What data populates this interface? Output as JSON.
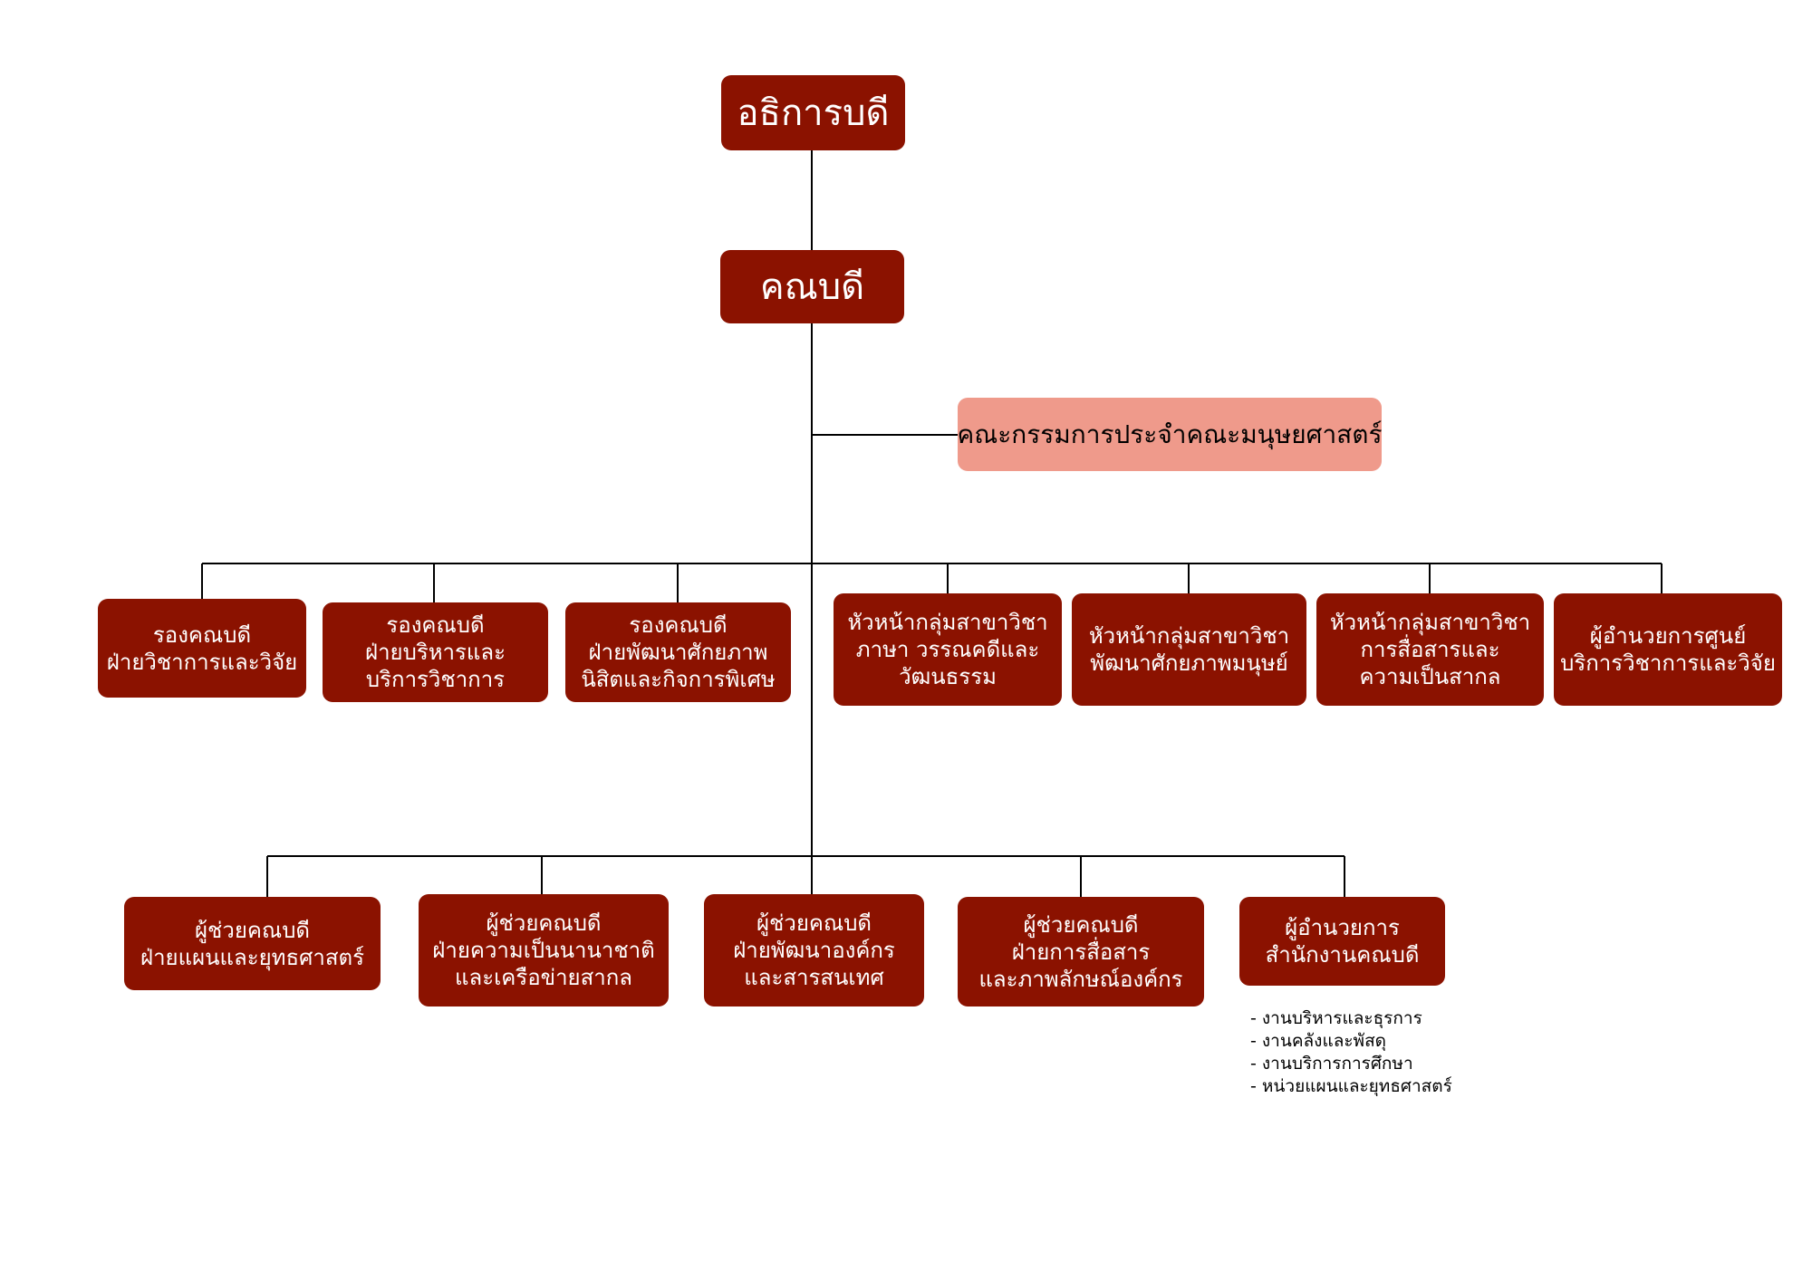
{
  "colors": {
    "box_fill": "#8b1200",
    "box_text": "#ffffff",
    "committee_fill": "#ef9a8b",
    "committee_text": "#000000",
    "line": "#000000"
  },
  "top": {
    "president": "อธิการบดี",
    "dean": "คณบดี",
    "committee": "คณะกรรมการประจำคณะมนุษยศาสตร์"
  },
  "row1": [
    {
      "lines": [
        "รองคณบดี",
        "ฝ่ายวิชาการและวิจัย"
      ]
    },
    {
      "lines": [
        "รองคณบดี",
        "ฝ่ายบริหารและ",
        "บริการวิชาการ"
      ]
    },
    {
      "lines": [
        "รองคณบดี",
        "ฝ่ายพัฒนาศักยภาพ",
        "นิสิตและกิจการพิเศษ"
      ]
    },
    {
      "lines": [
        "หัวหน้ากลุ่มสาขาวิชา",
        "ภาษา วรรณคดีและ",
        "วัฒนธรรม"
      ]
    },
    {
      "lines": [
        "หัวหน้ากลุ่มสาขาวิชา",
        "พัฒนาศักยภาพมนุษย์"
      ]
    },
    {
      "lines": [
        "หัวหน้ากลุ่มสาขาวิชา",
        "การสื่อสารและ",
        "ความเป็นสากล"
      ]
    },
    {
      "lines": [
        "ผู้อำนวยการศูนย์",
        "บริการวิชาการและวิจัย"
      ]
    }
  ],
  "row2": [
    {
      "lines": [
        "ผู้ช่วยคณบดี",
        "ฝ่ายแผนและยุทธศาสตร์"
      ]
    },
    {
      "lines": [
        "ผู้ช่วยคณบดี",
        "ฝ่ายความเป็นนานาชาติ",
        "และเครือข่ายสากล"
      ]
    },
    {
      "lines": [
        "ผู้ช่วยคณบดี",
        "ฝ่ายพัฒนาองค์กร",
        "และสารสนเทศ"
      ]
    },
    {
      "lines": [
        "ผู้ช่วยคณบดี",
        "ฝ่ายการสื่อสาร",
        "และภาพลักษณ์องค์กร"
      ]
    },
    {
      "lines": [
        "ผู้อำนวยการ",
        "สำนักงานคณบดี"
      ]
    }
  ],
  "office_units": [
    "- งานบริหารและธุรการ",
    "- งานคลังและพัสดุ",
    "- งานบริการการศึกษา",
    "- หน่วยแผนและยุทธศาสตร์"
  ]
}
